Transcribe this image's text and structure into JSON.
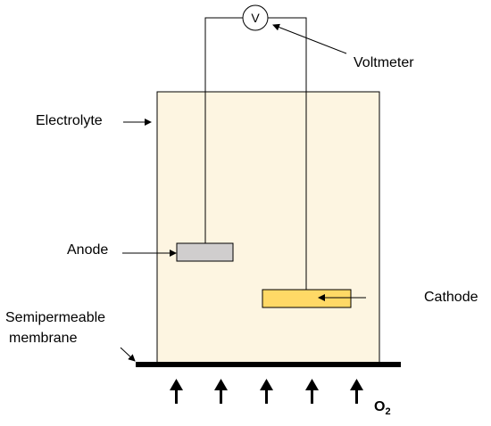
{
  "labels": {
    "voltmeter_symbol": "V",
    "voltmeter": "Voltmeter",
    "electrolyte": "Electrolyte",
    "anode": "Anode",
    "cathode": "Cathode",
    "membrane_line1": "Semipermeable",
    "membrane_line2": "membrane",
    "oxygen": "O",
    "oxygen_subscript": "2"
  },
  "colors": {
    "electrolyte_fill": "#fdf5e1",
    "anode_fill": "#d0cece",
    "cathode_fill": "#ffd966",
    "outline": "#000000",
    "membrane": "#000000"
  }
}
